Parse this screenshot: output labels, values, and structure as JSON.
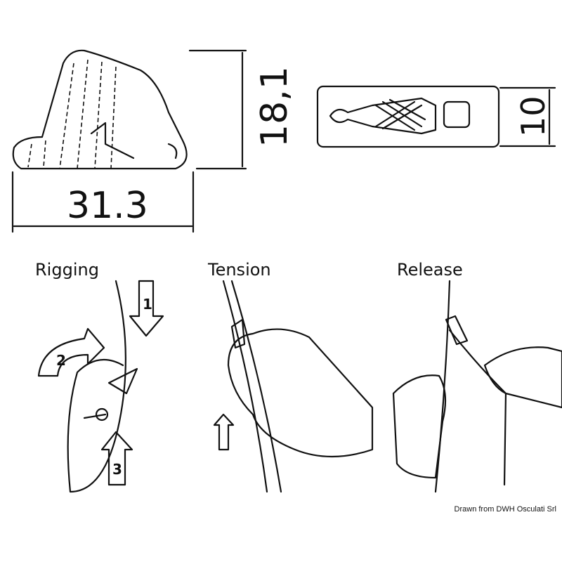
{
  "dimensions": {
    "height": "18,1",
    "length": "31.3",
    "width": "10"
  },
  "steps": {
    "rigging": "Rigging",
    "tension": "Tension",
    "release": "Release"
  },
  "step_numbers": [
    "1",
    "2",
    "3"
  ],
  "credit": "Drawn from DWH Osculati Srl"
}
